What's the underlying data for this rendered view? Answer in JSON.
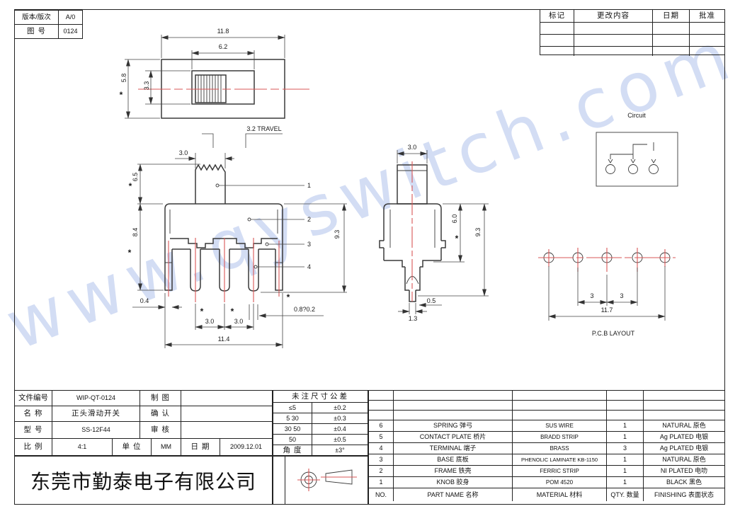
{
  "watermark": "www.qyswitch.com",
  "company": "东莞市勤泰电子有限公司",
  "colors": {
    "outline": "#3a3a3a",
    "dimension": "#444444",
    "centerline_red": "#d95757",
    "watermark": "#d3ddf4",
    "table_border": "#222222"
  },
  "version_block": {
    "rows": [
      {
        "label": "版本/版次",
        "value": "A/0"
      },
      {
        "label": "图 号",
        "value": "0124"
      }
    ]
  },
  "revision_table": {
    "headers": [
      "标记",
      "更改内容",
      "日期",
      "批准"
    ]
  },
  "drawing": {
    "star": "*",
    "top_view": {
      "overall_w": "11.8",
      "slot_w": "6.2",
      "overall_h": "5.8",
      "slot_h": "3.3"
    },
    "front_view": {
      "travel": "3.2 TRAVEL",
      "knob_w": "3.0",
      "knob_h": "6.5",
      "body_h": "8.4",
      "total_h": "9.3",
      "leg_w": "0.4",
      "pitch_a": "3.0",
      "pitch_b": "3.0",
      "overall_w": "11.4",
      "terminal_w": "0.8?0.2",
      "callouts": [
        "1",
        "2",
        "3",
        "4"
      ]
    },
    "side_view": {
      "knob_w": "3.0",
      "body_h": "6.0",
      "total_h": "9.3",
      "tip_offset": "0.5",
      "tip_w": "1.3"
    },
    "circuit": {
      "label": "Circuit"
    },
    "pcb": {
      "label": "P.C.B LAYOUT",
      "pitch_a": "3",
      "pitch_b": "3",
      "overall_w": "11.7"
    }
  },
  "title_block": {
    "rows": [
      {
        "label": "文件编号",
        "value": "WIP-QT-0124",
        "label2": "制 图",
        "value2": ""
      },
      {
        "label": "名 称",
        "value": "正头滑动开关",
        "label2": "确 认",
        "value2": ""
      },
      {
        "label": "型 号",
        "value": "SS-12F44",
        "label2": "审 核",
        "value2": ""
      }
    ],
    "scale_row": {
      "label": "比 例",
      "value": "4:1",
      "unit_label": "单 位",
      "unit": "MM",
      "date_label": "日 期",
      "date": "2009.12.01"
    }
  },
  "tolerance_table": {
    "title": "未注尺寸公差",
    "rows": [
      {
        "range": "≤5",
        "tol": "±0.2"
      },
      {
        "range": "5  30",
        "tol": "±0.3"
      },
      {
        "range": "30  50",
        "tol": "±0.4"
      },
      {
        "range": "50",
        "tol": "±0.5"
      },
      {
        "range": "角 度",
        "tol": "±3°"
      }
    ]
  },
  "materials_table": {
    "headers": {
      "no": "NO.",
      "part": "PART NAME 名称",
      "material": "MATERIAL 材料",
      "qty": "QTY. 数量",
      "finish": "FINISHING 表面状态"
    },
    "rows": [
      {
        "no": "6",
        "part": "SPRING 弹弓",
        "material": "SUS WIRE",
        "qty": "1",
        "finish": "NATURAL 原色"
      },
      {
        "no": "5",
        "part": "CONTACT PLATE 桥片",
        "material": "BRADD STRIP",
        "qty": "1",
        "finish": "Ag PLATED 电银"
      },
      {
        "no": "4",
        "part": "TERMINAL 端子",
        "material": "BRASS",
        "qty": "3",
        "finish": "Ag PLATED 电银"
      },
      {
        "no": "3",
        "part": "BASE 底板",
        "material": "PHENOLIC LAMINATE KB-1150",
        "qty": "1",
        "finish": "NATURAL 原色"
      },
      {
        "no": "2",
        "part": "FRAME 铁壳",
        "material": "FERRIC STRIP",
        "qty": "1",
        "finish": "NI PLATED 电叻"
      },
      {
        "no": "1",
        "part": "KNOB 胶身",
        "material": "POM 4520",
        "qty": "1",
        "finish": "BLACK 黑色"
      }
    ]
  }
}
